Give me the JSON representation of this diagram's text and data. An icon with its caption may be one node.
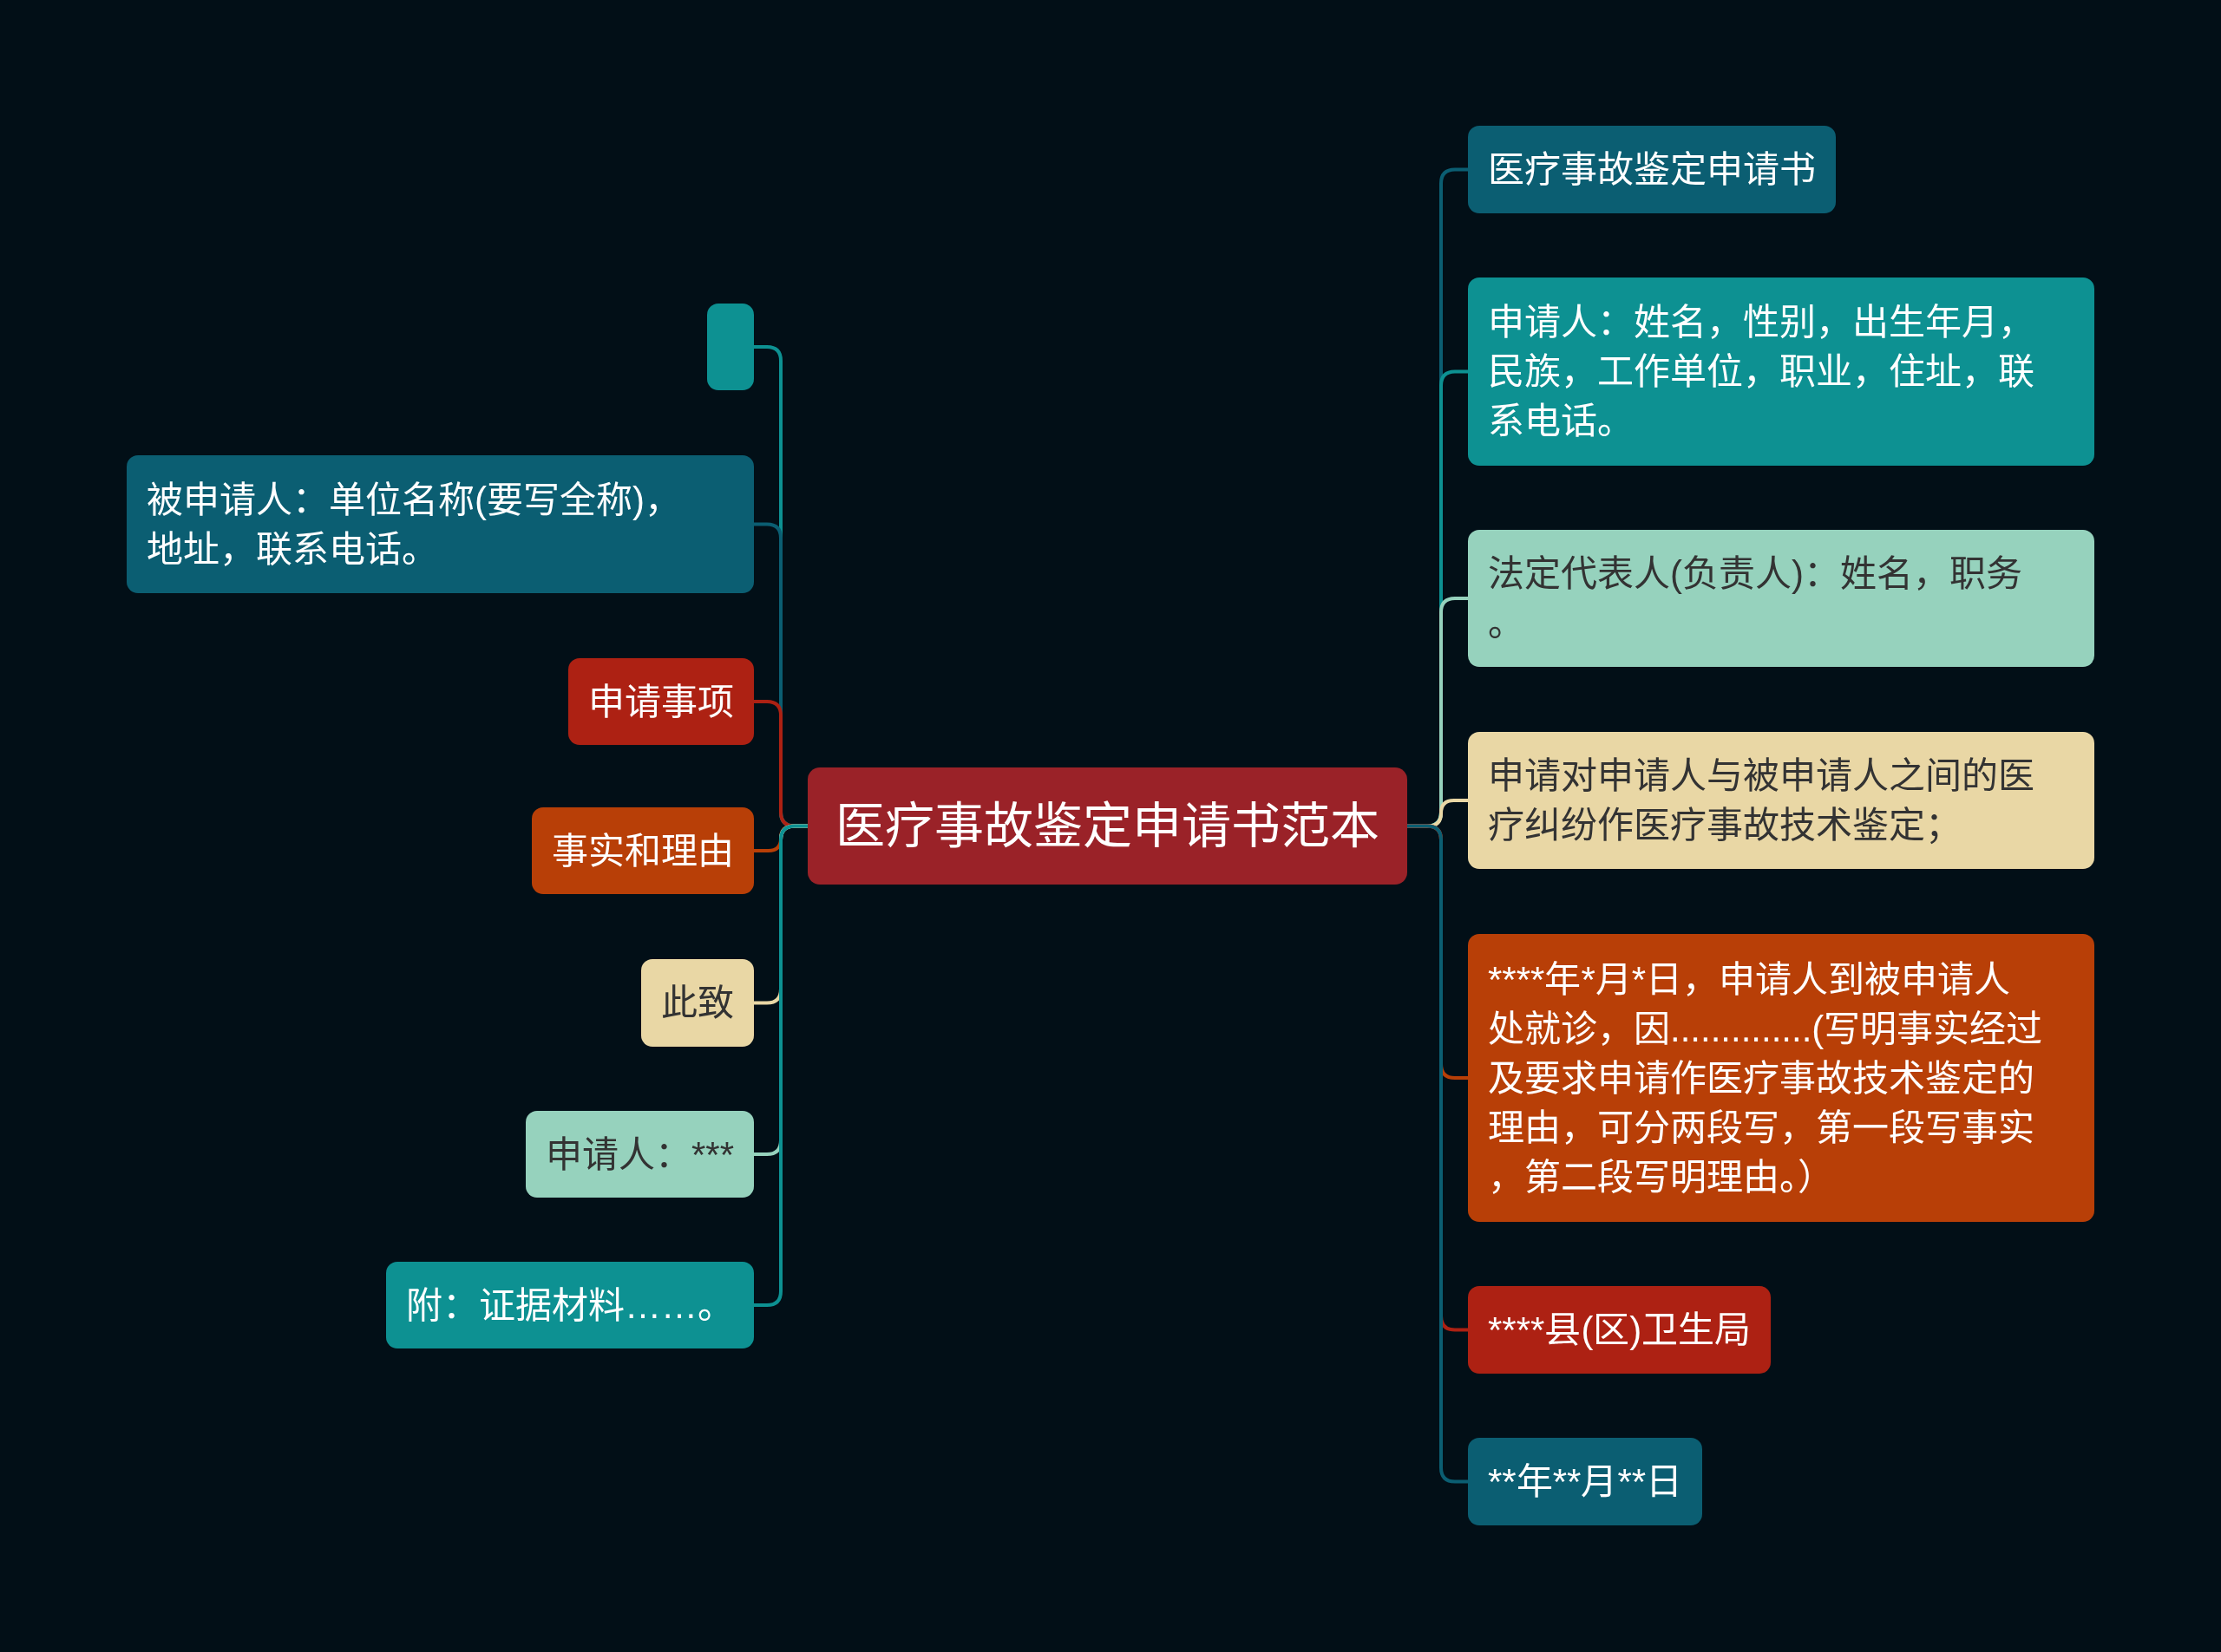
{
  "diagram": {
    "nodes": [
      {
        "text": [
          "医疗事故鉴定申请书范本"
        ]
      },
      {
        "text": [
          "医疗事故鉴定申请书"
        ]
      },
      {
        "text": [
          "申请人：姓名，性别，出生年月，民族，工作单位，职业，住址，联系电话。"
        ]
      },
      {
        "text": [
          "法定代表人(负责人)：姓名，职务。"
        ]
      },
      {
        "text": [
          "申请对申请人与被申请人之间的医疗纠纷作医疗事故技术鉴定；"
        ]
      },
      {
        "text": [
          "****年*月*日，申请人到被申请人处就诊，因..............(写明事实经过及要求申请作医疗事故技术鉴定的理由，可分两段写，第一段写事实，第二段写明理由。）"
        ]
      },
      {
        "text": [
          "****县(区)卫生局"
        ]
      },
      {
        "text": [
          "**年**月**日"
        ]
      },
      {
        "text": [],
        "shape": "box"
      },
      {
        "text": [
          "被申请人：单位名称(要写全称)，地址，联系电话。"
        ]
      },
      {
        "text": [
          "申请事项"
        ]
      },
      {
        "text": [
          "事实和理由"
        ]
      },
      {
        "text": [
          "此致"
        ]
      },
      {
        "text": [
          "申请人：***"
        ]
      },
      {
        "text": [
          "附：证据材料……。"
        ]
      }
    ],
    "edges": [
      {
        "from": 0,
        "to": 1,
        "arrow": "none",
        "color": "#0b5e72"
      },
      {
        "from": 0,
        "to": 2,
        "arrow": "none",
        "color": "#0d9192"
      },
      {
        "from": 0,
        "to": 3,
        "arrow": "none",
        "color": "#96d2bd"
      },
      {
        "from": 0,
        "to": 4,
        "arrow": "none",
        "color": "#e9d7a5"
      },
      {
        "from": 0,
        "to": 5,
        "arrow": "none",
        "color": "#b83f07"
      },
      {
        "from": 0,
        "to": 6,
        "arrow": "none",
        "color": "#ad2113"
      },
      {
        "from": 0,
        "to": 7,
        "arrow": "none",
        "color": "#0b5e72"
      },
      {
        "from": 0,
        "to": 8,
        "arrow": "none",
        "color": "#0d9192"
      },
      {
        "from": 0,
        "to": 9,
        "arrow": "none",
        "color": "#0b5e72"
      },
      {
        "from": 0,
        "to": 10,
        "arrow": "none",
        "color": "#ad2113"
      },
      {
        "from": 0,
        "to": 11,
        "arrow": "none",
        "color": "#b83f07"
      },
      {
        "from": 0,
        "to": 12,
        "arrow": "none",
        "color": "#e9d7a5"
      },
      {
        "from": 0,
        "to": 13,
        "arrow": "none",
        "color": "#96d2bd"
      },
      {
        "from": 0,
        "to": 14,
        "arrow": "none",
        "color": "#0d9192"
      }
    ]
  }
}
